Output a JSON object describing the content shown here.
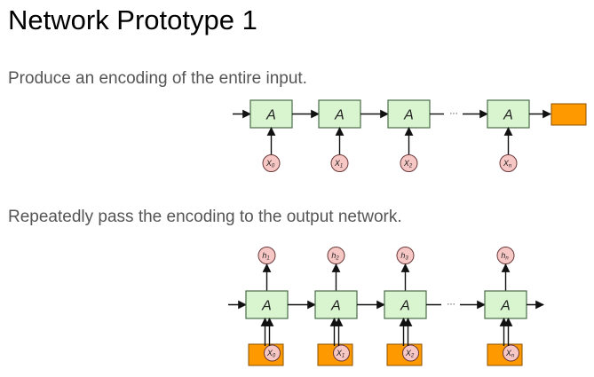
{
  "title": "Network Prototype 1",
  "section1": {
    "caption": "Produce an encoding of the entire input.",
    "cell_label": "A",
    "ellipsis": "···",
    "inputs": [
      "X0",
      "X1",
      "X2",
      "Xn"
    ]
  },
  "section2": {
    "caption": "Repeatedly pass the encoding to the output network.",
    "cell_label": "A",
    "ellipsis": "···",
    "inputs": [
      "X0",
      "X1",
      "X2",
      "Xn"
    ],
    "outputs": [
      "h1",
      "h2",
      "h3",
      "hn"
    ]
  },
  "colors": {
    "cell_fill": "#d9f5d0",
    "node_fill": "#f6c7c5",
    "encoding_fill": "#ff9900"
  }
}
